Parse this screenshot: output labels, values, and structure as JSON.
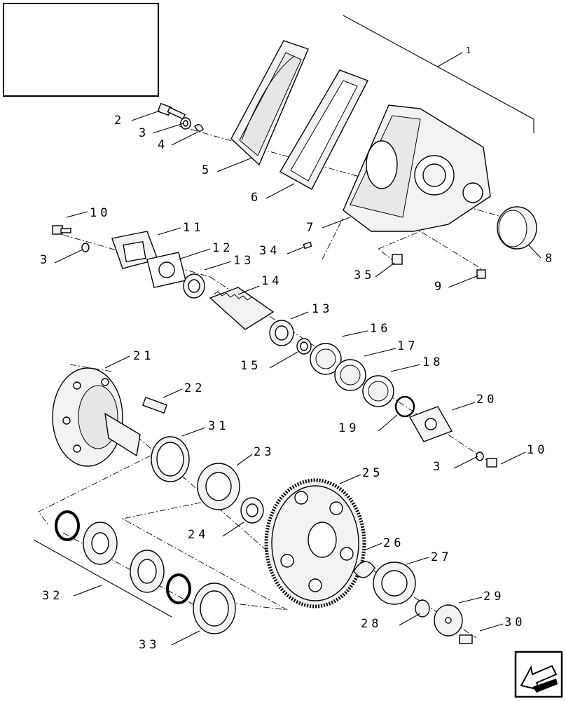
{
  "labels": {
    "l1": "1",
    "l2": "2",
    "l3a": "3",
    "l4": "4",
    "l5": "5",
    "l6": "6",
    "l7": "7",
    "l8": "8",
    "l9": "9",
    "l10a": "10",
    "l11": "11",
    "l12": "12",
    "l13a": "13",
    "l34": "34",
    "l3b": "3",
    "l35": "35",
    "l14": "14",
    "l13b": "13",
    "l16": "16",
    "l15": "15",
    "l17": "17",
    "l18": "18",
    "l21": "21",
    "l22": "22",
    "l20": "20",
    "l19": "19",
    "l31": "31",
    "l3c": "3",
    "l10b": "10",
    "l23": "23",
    "l25": "25",
    "l24": "24",
    "l26": "26",
    "l27": "27",
    "l32": "32",
    "l29": "29",
    "l28": "28",
    "l30": "30",
    "l33": "33"
  },
  "icons": {
    "title_box": "blank-title-box",
    "nav": "next-page-arrow-icon"
  }
}
